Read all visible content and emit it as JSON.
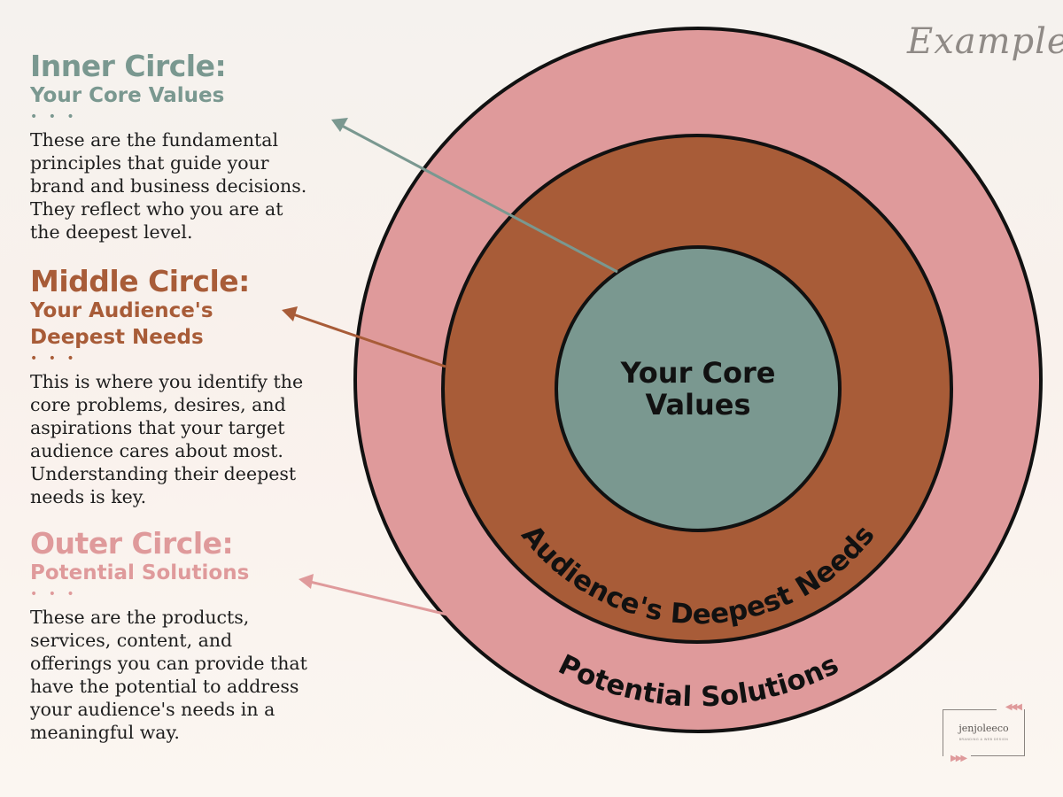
{
  "corner_label": "Example:",
  "sections": {
    "inner": {
      "title": "Inner Circle:",
      "subtitle": "Your Core Values",
      "dots": "• • •",
      "body": "These are the fundamental principles that guide your brand and business decisions. They reflect who you are at the deepest level."
    },
    "middle": {
      "title": "Middle Circle:",
      "subtitle": "Your Audience's Deepest Needs",
      "dots": "• • •",
      "body": "This is where you identify the core problems, desires, and aspirations that your target audience cares about most. Understanding their deepest needs is key."
    },
    "outer": {
      "title": "Outer Circle:",
      "subtitle": "Potential Solutions",
      "dots": "• • •",
      "body": "These are the products, services, content, and offerings you can provide that have the potential to address your audience's needs in a meaningful way."
    }
  },
  "diagram": {
    "inner_label_line1": "Your Core",
    "inner_label_line2": "Values",
    "middle_label": "Audience's Deepest Needs",
    "outer_label": "Potential Solutions"
  },
  "logo": {
    "name": "jenjoleeco",
    "tagline": "BRANDING & WEB DESIGN"
  },
  "colors": {
    "teal": "#7a9890",
    "rust": "#a85c38",
    "pink": "#df9a9b",
    "outline": "#111111"
  }
}
